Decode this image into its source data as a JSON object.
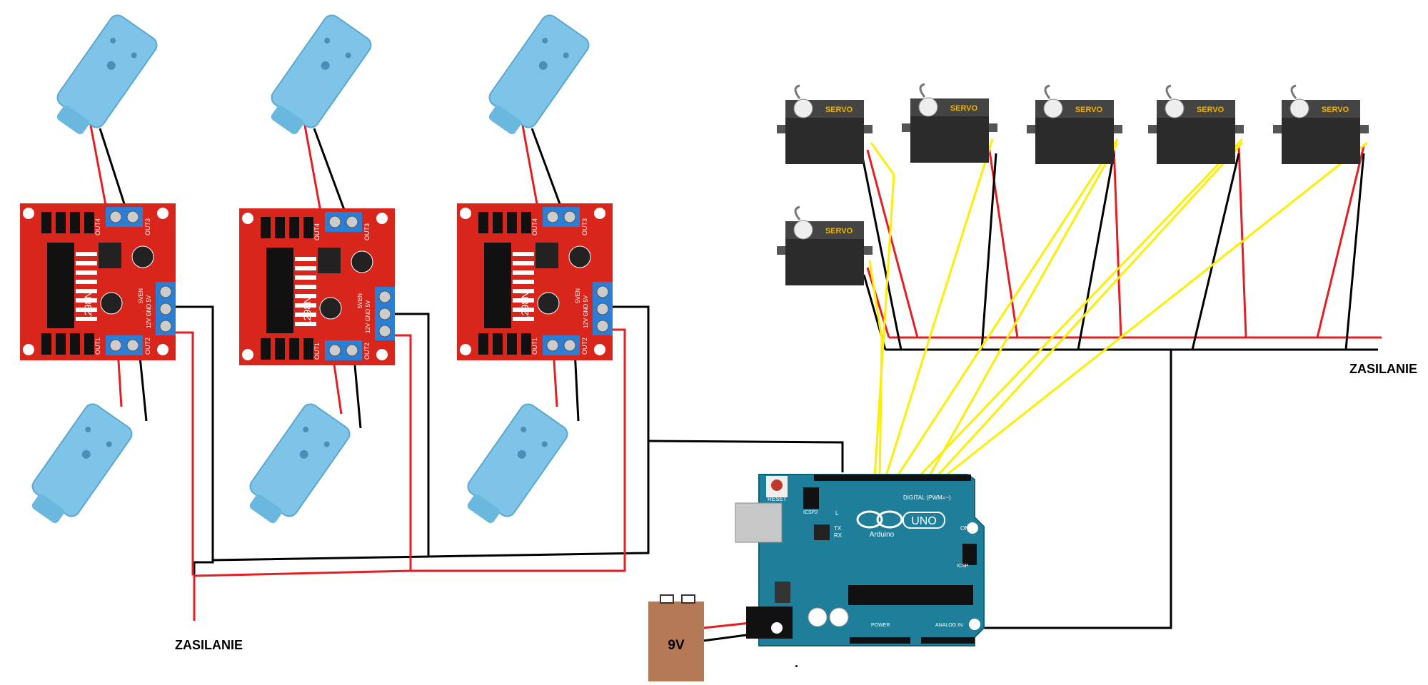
{
  "labels": {
    "power_left": "ZASILANIE",
    "power_right": "ZASILANIE",
    "battery": "9V",
    "dot": "."
  },
  "driver_boards": [
    {
      "chip": "L298N",
      "out1": "OUT1",
      "out2": "OUT2",
      "out3": "OUT3",
      "out4": "OUT4",
      "pins": "12V GND 5V",
      "enable": "5VEN"
    },
    {
      "chip": "L298N",
      "out1": "OUT1",
      "out2": "OUT2",
      "out3": "OUT3",
      "out4": "OUT4",
      "pins": "12V GND 5V",
      "enable": "5VEN"
    },
    {
      "chip": "L298N",
      "out1": "OUT1",
      "out2": "OUT2",
      "out3": "OUT3",
      "out4": "OUT4",
      "pins": "12V GND 5V",
      "enable": "5VEN"
    }
  ],
  "servos": [
    {
      "label": "SERVO"
    },
    {
      "label": "SERVO"
    },
    {
      "label": "SERVO"
    },
    {
      "label": "SERVO"
    },
    {
      "label": "SERVO"
    },
    {
      "label": "SERVO"
    }
  ],
  "arduino": {
    "logo": "UNO",
    "brand": "Arduino",
    "reset": "RESET",
    "icsp2": "ICSP2",
    "icsp": "ICSP",
    "digital": "DIGITAL (PWM=~)",
    "power": "POWER",
    "analog": "ANALOG IN",
    "led_l": "L",
    "led_tx": "TX",
    "led_rx": "RX",
    "led_on": "ON"
  },
  "colors": {
    "board_red": "#d9261c",
    "terminal_blue": "#2a7fd4",
    "motor_blue": "#7ec4e8",
    "servo_body": "#2b2b2b",
    "arduino_teal": "#1f7e9a",
    "battery_brown": "#b47a55",
    "wire_red": "#e31e24",
    "wire_black": "#000000",
    "wire_yellow": "#ffee00"
  }
}
